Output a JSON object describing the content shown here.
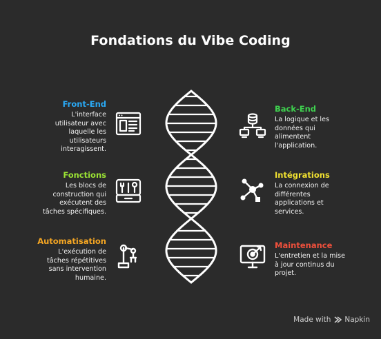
{
  "title": "Fondations du Vibe Coding",
  "items": [
    {
      "heading": "Front-End",
      "color": "#2aa9f5",
      "lines": [
        "L'interface",
        "utilisateur avec",
        "laquelle les",
        "utilisateurs",
        "interagissent."
      ],
      "icon": "webpage-layout-icon"
    },
    {
      "heading": "Back-End",
      "color": "#3fd14f",
      "lines": [
        "La logique et les",
        "données qui",
        "alimentent",
        "l'application."
      ],
      "icon": "server-network-icon"
    },
    {
      "heading": "Fonctions",
      "color": "#9be334",
      "lines": [
        "Les blocs de",
        "construction qui",
        "exécutent des",
        "tâches spécifiques."
      ],
      "icon": "toolbox-icon"
    },
    {
      "heading": "Intégrations",
      "color": "#f2e230",
      "lines": [
        "La connexion de",
        "différentes",
        "applications et",
        "services."
      ],
      "icon": "connection-nodes-icon"
    },
    {
      "heading": "Automatisation",
      "color": "#f5a623",
      "lines": [
        "L'exécution de",
        "tâches répétitives",
        "sans intervention",
        "humaine."
      ],
      "icon": "robot-arm-icon"
    },
    {
      "heading": "Maintenance",
      "color": "#f0503c",
      "lines": [
        "L'entretien et la mise",
        "à jour continus du",
        "projet."
      ],
      "icon": "monitor-target-icon"
    }
  ],
  "footer": {
    "made_with": "Made with",
    "brand": "Napkin"
  }
}
